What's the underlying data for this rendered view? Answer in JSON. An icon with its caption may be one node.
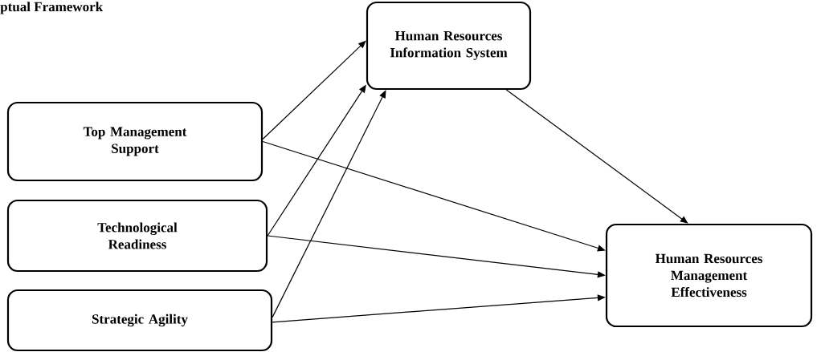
{
  "diagram": {
    "title": "ptual Framework",
    "nodes": [
      {
        "text": [
          "Human Resources Information System"
        ]
      },
      {
        "text": [
          "Top Management Support"
        ]
      },
      {
        "text": [
          "Technological Readiness"
        ]
      },
      {
        "text": [
          "Strategic Agility"
        ]
      },
      {
        "text": [
          "Human Resources Management Effectiveness"
        ]
      }
    ],
    "edges": [
      {
        "from": 1,
        "to": 0,
        "arrow": "to"
      },
      {
        "from": 2,
        "to": 0,
        "arrow": "to"
      },
      {
        "from": 3,
        "to": 0,
        "arrow": "to"
      },
      {
        "from": 0,
        "to": 4,
        "arrow": "to"
      },
      {
        "from": 1,
        "to": 4,
        "arrow": "to"
      },
      {
        "from": 2,
        "to": 4,
        "arrow": "to"
      },
      {
        "from": 3,
        "to": 4,
        "arrow": "to"
      }
    ]
  }
}
